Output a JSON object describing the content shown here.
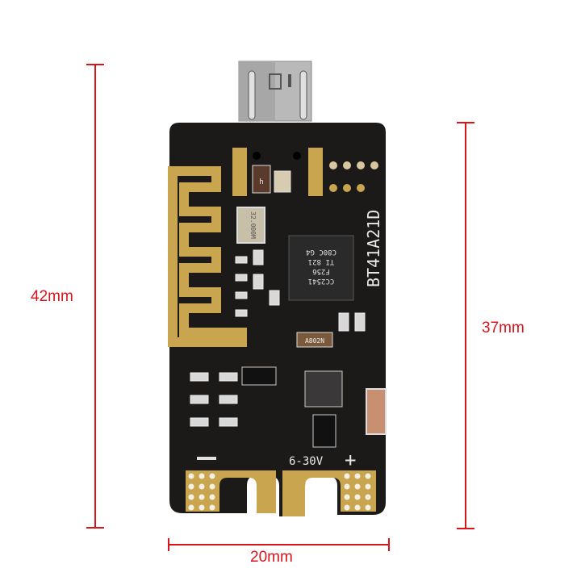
{
  "figure": {
    "subject": "Bluetooth PCB module with micro USB connector",
    "background": "#ffffff",
    "dimension_color": "#d9141b"
  },
  "dimensions": {
    "left": {
      "label": "42mm",
      "orientation": "vertical"
    },
    "right": {
      "label": "37mm",
      "orientation": "vertical"
    },
    "bottom": {
      "label": "20mm",
      "orientation": "horizontal"
    }
  },
  "board": {
    "chip_marking": [
      "CC2541",
      "F256",
      "TI 821",
      "C80C G4"
    ],
    "model_marking": "BT41A21D",
    "crystal_marking": "32.000M",
    "component_marking": "A802N",
    "inductor_marking": "h",
    "voltage_label": "6-30V",
    "minus_label": "−",
    "plus_label": "+",
    "colors": {
      "pcb": "#1c1a19",
      "gold": "#c9a54f",
      "silkscreen": "#e8e8e8",
      "connector": "#b8b8b8"
    }
  }
}
